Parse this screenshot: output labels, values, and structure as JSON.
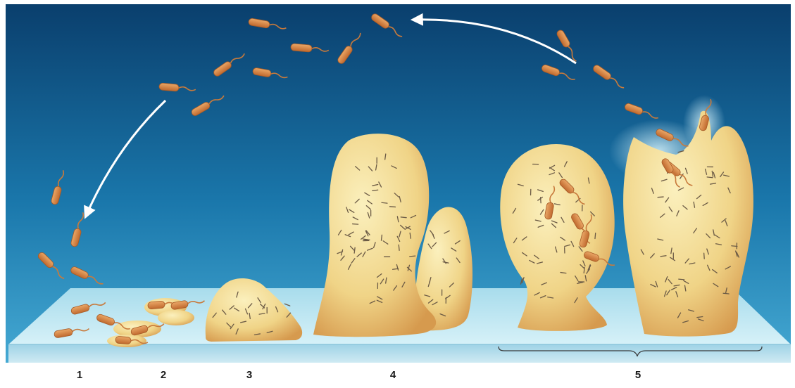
{
  "stage_labels": [
    "1",
    "2",
    "3",
    "4",
    "5"
  ],
  "colors": {
    "sky_top": "#0b4a78",
    "sky_bottom": "#3ea3cf",
    "surface": "#bfe6f2",
    "biofilm": "#f2dc8e",
    "biofilm_shade": "#d8a24e",
    "bacterium": "#d88a45",
    "arrow": "#ffffff",
    "label": "#1a1a1a"
  },
  "icons": [
    "bacterium-icon",
    "curved-arrow-icon",
    "bracket-icon"
  ]
}
